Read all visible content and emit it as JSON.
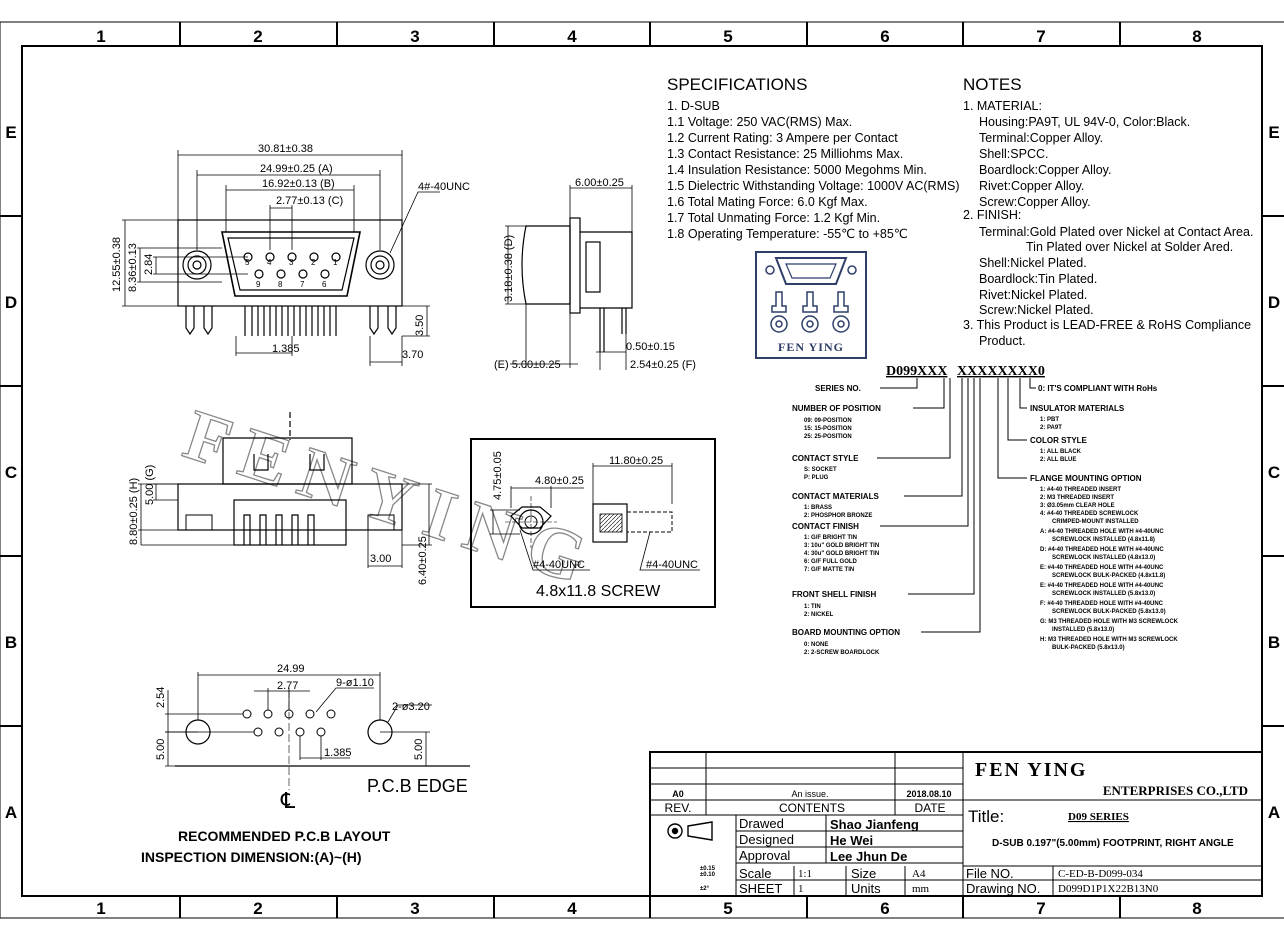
{
  "border": {
    "top_cols": [
      "1",
      "2",
      "3",
      "4",
      "5",
      "6",
      "7",
      "8"
    ],
    "side_rows": [
      "E",
      "D",
      "C",
      "B",
      "A"
    ]
  },
  "front_view": {
    "dims": [
      "30.81±0.38",
      "24.99±0.25 (A)",
      "16.92±0.13 (B)",
      "2.77±0.13 (C)",
      "4#-40UNC",
      "12.55±0.38",
      "8.36±0.13",
      "2.84",
      "1.385",
      "3.50",
      "3.70"
    ],
    "pin_top": [
      "5",
      "4",
      "3",
      "2",
      "1"
    ],
    "pin_bottom": [
      "9",
      "8",
      "7",
      "6"
    ]
  },
  "side_view": {
    "dims": [
      "6.00±0.25",
      "3.18±0.38 (D)",
      "0.50±0.15",
      "(E) 5.00±0.25",
      "2.54±0.25 (F)"
    ]
  },
  "specifications": {
    "title": "SPECIFICATIONS",
    "lines": [
      "1. D-SUB",
      "1.1 Voltage: 250 VAC(RMS) Max.",
      "1.2 Current Rating: 3 Ampere per Contact",
      "1.3 Contact Resistance: 25 Milliohms Max.",
      "1.4 Insulation Resistance: 5000 Megohms Min.",
      "1.5 Dielectric Withstanding Voltage: 1000V AC(RMS)",
      "1.6 Total Mating Force: 6.0 Kgf Max.",
      "1.7 Total Unmating Force: 1.2 Kgf Min.",
      "1.8 Operating Temperature: -55℃ to +85℃"
    ]
  },
  "logo": {
    "text": "FEN YING"
  },
  "notes": {
    "title": "NOTES",
    "lines": [
      "1. MATERIAL:",
      "Housing:PA9T, UL 94V-0, Color:Black.",
      "Terminal:Copper Alloy.",
      "Shell:SPCC.",
      "Boardlock:Copper Alloy.",
      "Rivet:Copper Alloy.",
      "Screw:Copper Alloy.",
      "2. FINISH:",
      "Terminal:Gold Plated over Nickel at Contact Area.",
      "Tin Plated over Nickel at Solder Ared.",
      "Shell:Nickel Plated.",
      "Boardlock:Tin Plated.",
      "Rivet:Nickel Plated.",
      "Screw:Nickel Plated.",
      "3. This Product is LEAD-FREE & RoHS Compliance",
      "Product."
    ]
  },
  "part_code": {
    "left": "D099XXX",
    "right": "XXXXXXXX0",
    "series_label": "SERIES NO.",
    "right_note": "0: IT'S COMPLIANT WITH RoHs",
    "left_groups": [
      {
        "title": "NUMBER OF POSITION",
        "items": [
          "09: 09-POSITION",
          "15: 15-POSITION",
          "25: 25-POSITION"
        ]
      },
      {
        "title": "CONTACT STYLE",
        "items": [
          "S: SOCKET",
          "P: PLUG"
        ]
      },
      {
        "title": "CONTACT MATERIALS",
        "items": [
          "1: BRASS",
          "2: PHOSPHOR BRONZE"
        ]
      },
      {
        "title": "CONTACT FINISH",
        "items": [
          "1: G/F BRIGHT TIN",
          "3: 10u\" GOLD BRIGHT TIN",
          "4: 30u\" GOLD BRIGHT TIN",
          "6: G/F FULL GOLD",
          "7: G/F MATTE TIN"
        ]
      },
      {
        "title": "FRONT SHELL FINISH",
        "items": [
          "1: TIN",
          "2: NICKEL"
        ]
      },
      {
        "title": "BOARD MOUNTING OPTION",
        "items": [
          "0: NONE",
          "2: 2-SCREW BOARDLOCK"
        ]
      }
    ],
    "right_groups": [
      {
        "title": "INSULATOR MATERIALS",
        "items": [
          "1: PBT",
          "2: PA9T"
        ]
      },
      {
        "title": "COLOR STYLE",
        "items": [
          "1: ALL BLACK",
          "2: ALL BLUE"
        ]
      },
      {
        "title": "FLANGE MOUNTING OPTION",
        "items": [
          "1: #4-40 THREADED INSERT",
          "2: M3 THREADED INSERT",
          "3: Ø3.05mm CLEAR HOLE",
          "4: #4-40 THREADED SCREWLOCK",
          "CRIMPED-MOUNT INSTALLED",
          "A: #4-40 THREADED HOLE WITH #4-40UNC",
          "SCREWLOCK INSTALLED (4.8x11.8)",
          "D: #4-40 THREADED HOLE WITH #4-40UNC",
          "SCREWLOCK INSTALLED (4.8x13.0)",
          "E: #4-40 THREADED HOLE WITH #4-40UNC",
          "SCREWLOCK BULK-PACKED (4.8x11.8)",
          "E: #4-40 THREADED HOLE WITH #4-40UNC",
          "SCREWLOCK INSTALLED (5.8x13.0)",
          "F: #4-40 THREADED HOLE WITH #4-40UNC",
          "SCREWLOCK BULK-PACKED (5.8x13.0)",
          "G: M3 THREADED HOLE WITH M3 SCREWLOCK",
          "INSTALLED (5.8x13.0)",
          "H: M3 THREADED HOLE WITH M3 SCREWLOCK",
          "BULK-PACKED (5.8x13.0)"
        ]
      }
    ]
  },
  "watermark": "FENYING",
  "bottom_view": {
    "dims": [
      "8.80±0.25 (H)",
      "5.00 (G)",
      "3.00",
      "6.40±0.25"
    ]
  },
  "screw_detail": {
    "dims": [
      "4.75±0.05",
      "4.80±0.25",
      "11.80±0.25",
      "#4-40UNC",
      "#4-40UNC"
    ],
    "caption": "4.8x11.8 SCREW"
  },
  "pcb_layout": {
    "dims": [
      "24.99",
      "2.77",
      "9-ø1.10",
      "2-ø3.20",
      "2.54",
      "5.00",
      "1.385",
      "5.00"
    ],
    "edge_label": "P.C.B EDGE",
    "centerline": "℄",
    "title1": "RECOMMENDED P.C.B LAYOUT",
    "title2": "INSPECTION DIMENSION:(A)~(H)"
  },
  "title_block": {
    "rev_row": {
      "rev": "A0",
      "contents": "An issue.",
      "date": "2018.08.10"
    },
    "headers": {
      "rev": "REV.",
      "contents": "CONTENTS",
      "date": "DATE"
    },
    "company_line1": "FEN YING",
    "company_line2": "ENTERPRISES CO.,LTD",
    "title_label": "Title:",
    "title_value": "D09 SERIES",
    "title_desc": "D-SUB 0.197\"(5.00mm) FOOTPRINT, RIGHT ANGLE",
    "people": [
      {
        "role": "Drawed",
        "name": "Shao Jianfeng"
      },
      {
        "role": "Designed",
        "name": "He Wei"
      },
      {
        "role": "Approval",
        "name": "Lee Jhun De"
      }
    ],
    "scale_label": "Scale",
    "scale_value": "1:1",
    "size_label": "Size",
    "size_value": "A4",
    "sheet_label": "SHEET",
    "sheet_value": "1",
    "units_label": "Units",
    "units_value": "mm",
    "file_label": "File NO.",
    "file_value": "C-ED-B-D099-034",
    "drawing_label": "Drawing NO.",
    "drawing_value": "D099D1P1X22B13N0",
    "tolerance_1": "±0.15",
    "tolerance_2": "±0.10",
    "tolerance_3": "±2°"
  }
}
